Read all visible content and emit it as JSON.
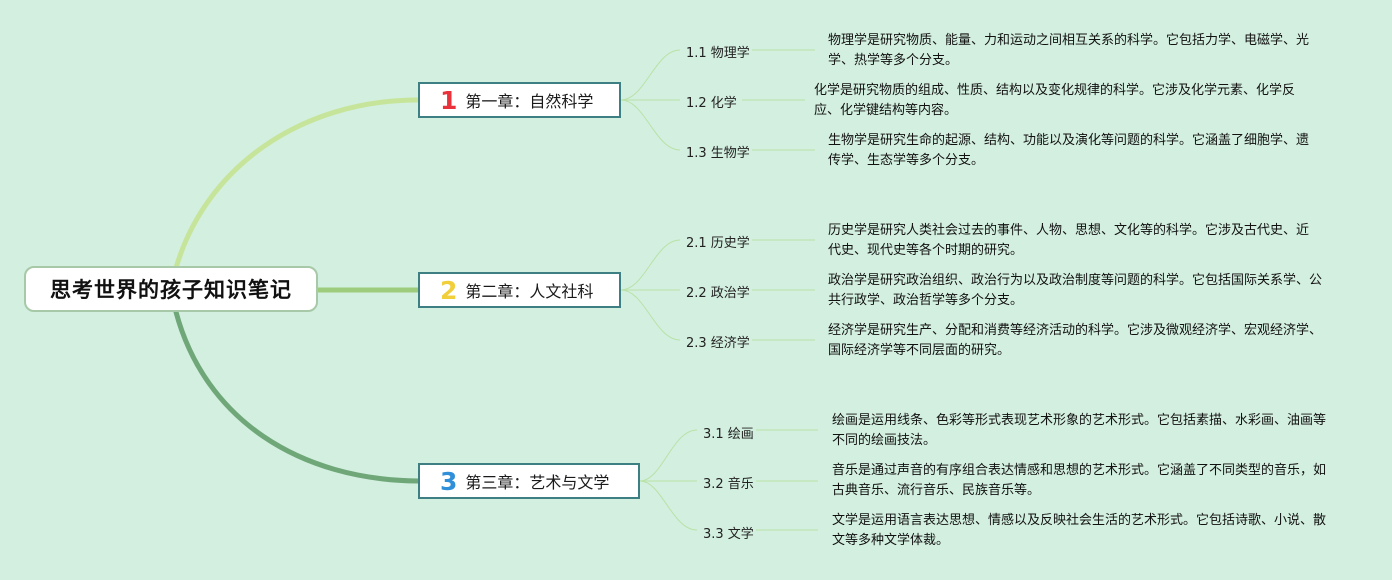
{
  "root": {
    "title": "思考世界的孩子知识笔记"
  },
  "colors": {
    "background": "#d3efe0",
    "branch1": "#c6e59a",
    "branch2": "#9dcc7c",
    "branch3": "#6fa779",
    "leaf_line": "#b9e2a6",
    "num1": "#e8333c",
    "num2": "#f1cf3b",
    "num3": "#2f8fd8"
  },
  "chapters": [
    {
      "num": "1",
      "label": "第一章：自然科学",
      "sections": [
        {
          "label": "1.1 物理学",
          "desc": "物理学是研究物质、能量、力和运动之间相互关系的科学。它包括力学、电磁学、光学、热学等多个分支。"
        },
        {
          "label": "1.2 化学",
          "desc": "化学是研究物质的组成、性质、结构以及变化规律的科学。它涉及化学元素、化学反应、化学键结构等内容。"
        },
        {
          "label": "1.3 生物学",
          "desc": "生物学是研究生命的起源、结构、功能以及演化等问题的科学。它涵盖了细胞学、遗传学、生态学等多个分支。"
        }
      ]
    },
    {
      "num": "2",
      "label": "第二章：人文社科",
      "sections": [
        {
          "label": "2.1 历史学",
          "desc": "历史学是研究人类社会过去的事件、人物、思想、文化等的科学。它涉及古代史、近代史、现代史等各个时期的研究。"
        },
        {
          "label": "2.2 政治学",
          "desc": "政治学是研究政治组织、政治行为以及政治制度等问题的科学。它包括国际关系学、公共行政学、政治哲学等多个分支。"
        },
        {
          "label": "2.3 经济学",
          "desc": "经济学是研究生产、分配和消费等经济活动的科学。它涉及微观经济学、宏观经济学、国际经济学等不同层面的研究。"
        }
      ]
    },
    {
      "num": "3",
      "label": "第三章：艺术与文学",
      "sections": [
        {
          "label": "3.1 绘画",
          "desc": "绘画是运用线条、色彩等形式表现艺术形象的艺术形式。它包括素描、水彩画、油画等不同的绘画技法。"
        },
        {
          "label": "3.2 音乐",
          "desc": "音乐是通过声音的有序组合表达情感和思想的艺术形式。它涵盖了不同类型的音乐，如古典音乐、流行音乐、民族音乐等。"
        },
        {
          "label": "3.3 文学",
          "desc": "文学是运用语言表达思想、情感以及反映社会生活的艺术形式。它包括诗歌、小说、散文等多种文学体裁。"
        }
      ]
    }
  ]
}
